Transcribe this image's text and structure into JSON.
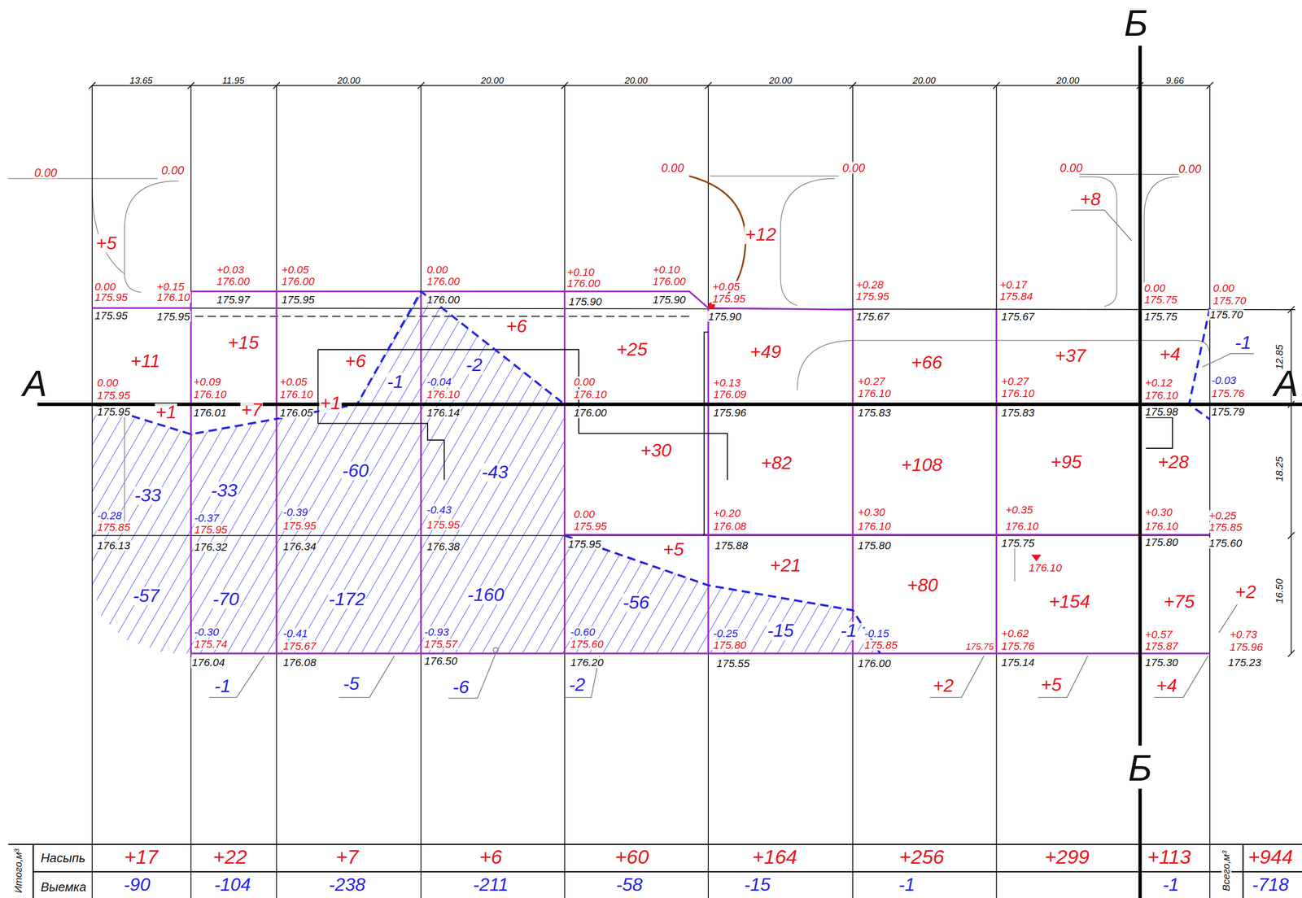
{
  "diagram": {
    "labels": [
      "13.65",
      "11.95",
      "20.00",
      "20.00",
      "20.00",
      "20.00",
      "20.00",
      "20.00",
      "9.66",
      "Б",
      "Б",
      "А",
      "А",
      "12.85",
      "18.25",
      "16.50",
      "0.00",
      "0.00",
      "0.00",
      "0.00",
      "0.00",
      "0.00",
      "0.00",
      "175.95",
      "175.95",
      "+0.15",
      "176.10",
      "175.95",
      "+0.03",
      "176.00",
      "175.97",
      "+0.05",
      "176.00",
      "175.95",
      "0.00",
      "176.00",
      "176.00",
      "+0.10",
      "176.00",
      "175.90",
      "+0.10",
      "176.00",
      "175.90",
      "+0.05",
      "175.95",
      "175.90",
      "+0.28",
      "175.95",
      "175.67",
      "+0.17",
      "175.84",
      "175.67",
      "0.00",
      "175.75",
      "175.75",
      "0.00",
      "175.70",
      "175.70",
      "0.00",
      "175.95",
      "175.95",
      "+0.09",
      "176.10",
      "176.01",
      "+0.05",
      "176.10",
      "176.05",
      "-0.04",
      "176.10",
      "176.14",
      "0.00",
      "176.10",
      "176.00",
      "+0.13",
      "176.09",
      "175.96",
      "+0.27",
      "176.10",
      "175.83",
      "+0.27",
      "176.10",
      "175.83",
      "+0.12",
      "176.10",
      "175.98",
      "-0.03",
      "175.76",
      "175.79",
      "-0.28",
      "175.85",
      "176.13",
      "-0.37",
      "175.95",
      "176.32",
      "-0.39",
      "175.95",
      "176.34",
      "-0.43",
      "175.95",
      "176.38",
      "0.00",
      "175.95",
      "175.95",
      "+0.20",
      "176.08",
      "175.88",
      "+0.30",
      "176.10",
      "175.80",
      "+0.35",
      "176.10",
      "175.75",
      "+0.30",
      "176.10",
      "175.80",
      "+0.25",
      "175.85",
      "175.60",
      "176.10",
      "-0.30",
      "175.74",
      "176.04",
      "-0.41",
      "175.67",
      "176.08",
      "-0.93",
      "175.57",
      "176.50",
      "-0.60",
      "175.60",
      "176.20",
      "-0.25",
      "175.80",
      "175.55",
      "-0.15",
      "175.85",
      "176.00",
      "+0.62",
      "175.76",
      "175.14",
      "+0.57",
      "175.87",
      "175.30",
      "+0.73",
      "175.96",
      "175.23",
      "175.75",
      "+5",
      "+12",
      "+8",
      "+15",
      "+6",
      "+6",
      "+25",
      "+49",
      "+66",
      "+37",
      "+4",
      "-1",
      "+11",
      "+1",
      "+7",
      "+1",
      "-1",
      "-2",
      "-33",
      "-33",
      "-60",
      "-43",
      "+30",
      "+82",
      "+108",
      "+95",
      "+28",
      "-57",
      "-70",
      "-172",
      "-160",
      "+5",
      "-56",
      "+21",
      "-15",
      "-1",
      "+80",
      "+154",
      "+75",
      "+2",
      "-1",
      "-5",
      "-6",
      "-2",
      "+2",
      "+5",
      "+4",
      "Итого,м³",
      "Насыпь",
      "Выемка",
      "+17",
      "+22",
      "+7",
      "+6",
      "+60",
      "+164",
      "+256",
      "+299",
      "+113",
      "Всего,м³",
      "+944",
      "-90",
      "-104",
      "-238",
      "-211",
      "-58",
      "-15",
      "-1",
      "-1",
      "-718"
    ]
  }
}
